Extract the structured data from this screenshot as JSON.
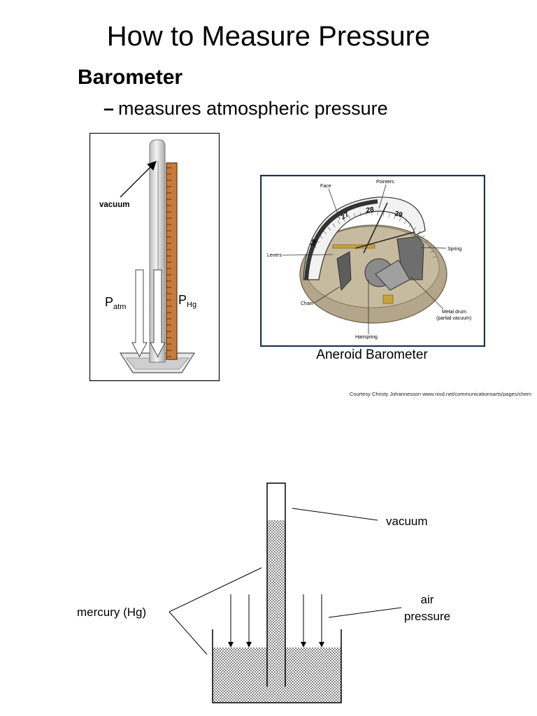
{
  "slide": {
    "title": "How to Measure Pressure",
    "heading": "Barometer",
    "bullet_dash": "–",
    "bullet_text": "measures atmospheric pressure",
    "credit": "Courtesy Christy Johannesson www.nisd.net/communicationsarts/pages/chem"
  },
  "figure_left": {
    "vacuum_label": "vacuum",
    "p_atm_main": "P",
    "p_atm_sub": "atm",
    "p_hg_main": "P",
    "p_hg_sub": "Hg"
  },
  "figure_aneroid": {
    "caption": "Aneroid Barometer",
    "labels": {
      "face": "Face",
      "pointers": "Pointers",
      "spring": "Spring",
      "levers": "Levers",
      "chain": "Chain",
      "metal_drum": "Metal drum",
      "partial_vacuum": "(partial vacuum)",
      "hairspring": "Hairspring"
    },
    "dial_numbers": [
      "27",
      "28",
      "29",
      "26"
    ]
  },
  "figure_bottom": {
    "vacuum_label": "vacuum",
    "mercury_label": "mercury (Hg)",
    "air_label_line1": "air",
    "air_label_line2": "pressure"
  },
  "colors": {
    "scale_wood": "#c87a3a",
    "tube_fill": "#d6d6d6",
    "aneroid_frame": "#1f3550",
    "aneroid_body": "#b3a68a",
    "mercury_dots": "#555555"
  }
}
